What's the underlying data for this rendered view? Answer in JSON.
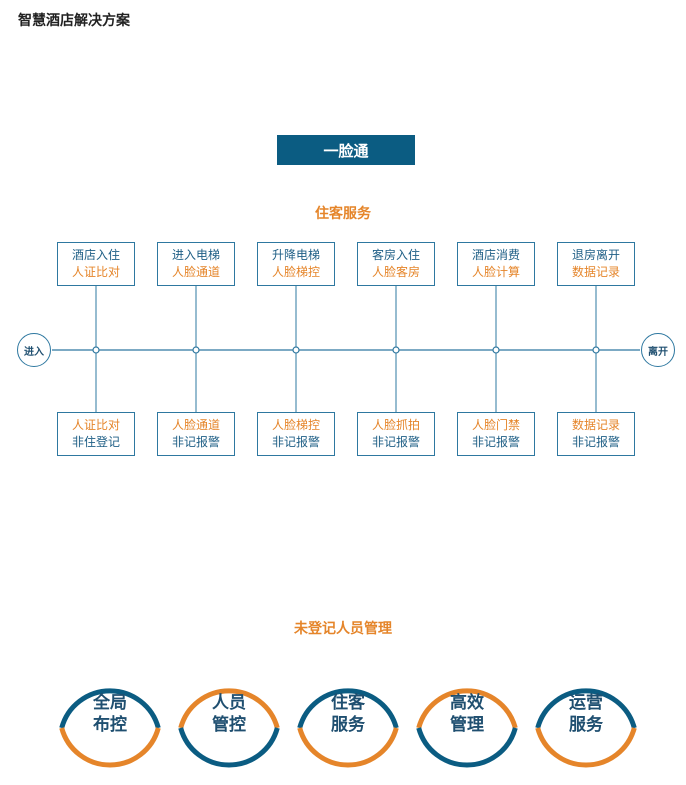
{
  "page_title": "智慧酒店解决方案",
  "badge": "一脸通",
  "service_title": "住客服务",
  "entry_label": "进入",
  "exit_label": "离开",
  "top_boxes": [
    {
      "line1": "酒店入住",
      "line2": "人证比对"
    },
    {
      "line1": "进入电梯",
      "line2": "人脸通道"
    },
    {
      "line1": "升降电梯",
      "line2": "人脸梯控"
    },
    {
      "line1": "客房入住",
      "line2": "人脸客房"
    },
    {
      "line1": "酒店消费",
      "line2": "人脸计算"
    },
    {
      "line1": "退房离开",
      "line2": "数据记录"
    }
  ],
  "bottom_boxes": [
    {
      "line1": "人证比对",
      "line2": "非住登记"
    },
    {
      "line1": "人脸通道",
      "line2": "非记报警"
    },
    {
      "line1": "人脸梯控",
      "line2": "非记报警"
    },
    {
      "line1": "人脸抓拍",
      "line2": "非记报警"
    },
    {
      "line1": "人脸门禁",
      "line2": "非记报警"
    },
    {
      "line1": "数据记录",
      "line2": "非记报警"
    }
  ],
  "mgmt_title": "未登记人员管理",
  "rings": [
    {
      "line1": "全局",
      "line2": "布控"
    },
    {
      "line1": "人员",
      "line2": "管控"
    },
    {
      "line1": "住客",
      "line2": "服务"
    },
    {
      "line1": "高效",
      "line2": "管理"
    },
    {
      "line1": "运营",
      "line2": "服务"
    }
  ],
  "colors": {
    "blue": "#0b5c82",
    "orange": "#e5852a",
    "line": "#2e78a0"
  }
}
